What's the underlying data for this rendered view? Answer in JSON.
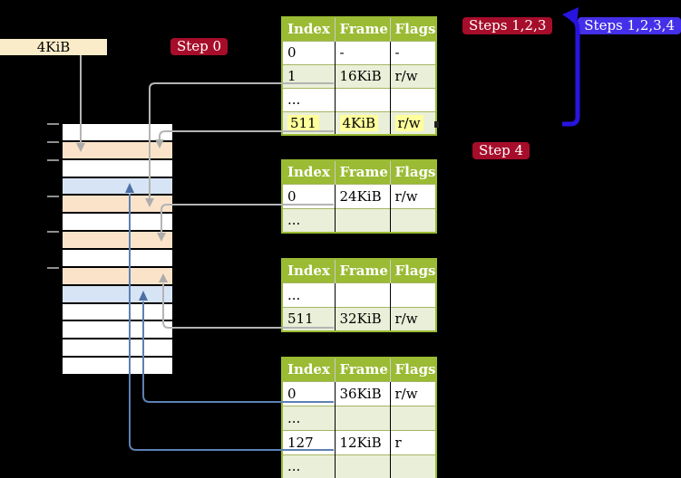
{
  "labels": {
    "page_size": "4KiB",
    "step0": "Step 0",
    "steps123": "Steps 1,2,3",
    "steps1234": "Steps 1,2,3,4",
    "step4": "Step 4"
  },
  "table_headers": [
    "Index",
    "Frame",
    "Flags"
  ],
  "tables": {
    "pt1": {
      "rows": [
        [
          "0",
          "-",
          "-"
        ],
        [
          "1",
          "16KiB",
          "r/w"
        ],
        [
          "...",
          "",
          ""
        ],
        [
          "511",
          "4KiB",
          "r/w"
        ]
      ]
    },
    "pt2": {
      "rows": [
        [
          "0",
          "24KiB",
          "r/w"
        ],
        [
          "...",
          "",
          ""
        ]
      ]
    },
    "pt3": {
      "rows": [
        [
          "...",
          "",
          ""
        ],
        [
          "511",
          "32KiB",
          "r/w"
        ]
      ]
    },
    "pt4": {
      "rows": [
        [
          "0",
          "36KiB",
          "r/w"
        ],
        [
          "...",
          "",
          ""
        ],
        [
          "127",
          "12KiB",
          "r"
        ],
        [
          "...",
          "",
          ""
        ]
      ]
    }
  },
  "stack": {
    "cells": [
      "white",
      "peach",
      "white",
      "blue",
      "peach",
      "white",
      "peach",
      "white",
      "peach",
      "blue",
      "white",
      "white",
      "white",
      "white"
    ]
  },
  "palette": {
    "background": "#000000",
    "table_header_green": "#9abb33",
    "table_row_green": "#e9efd8",
    "highlight_yellow": "#ffff9c",
    "memory_peach": "#fbe3ca",
    "memory_blue": "#d7e4f5",
    "label_cream": "#faecc8",
    "badge_red": "#a60d2a",
    "badge_blue": "#4430e8",
    "arrow_gray": "#b4b4b4",
    "arrow_steel_blue": "#5d80b5",
    "arrow_vivid_blue": "#2814df"
  }
}
